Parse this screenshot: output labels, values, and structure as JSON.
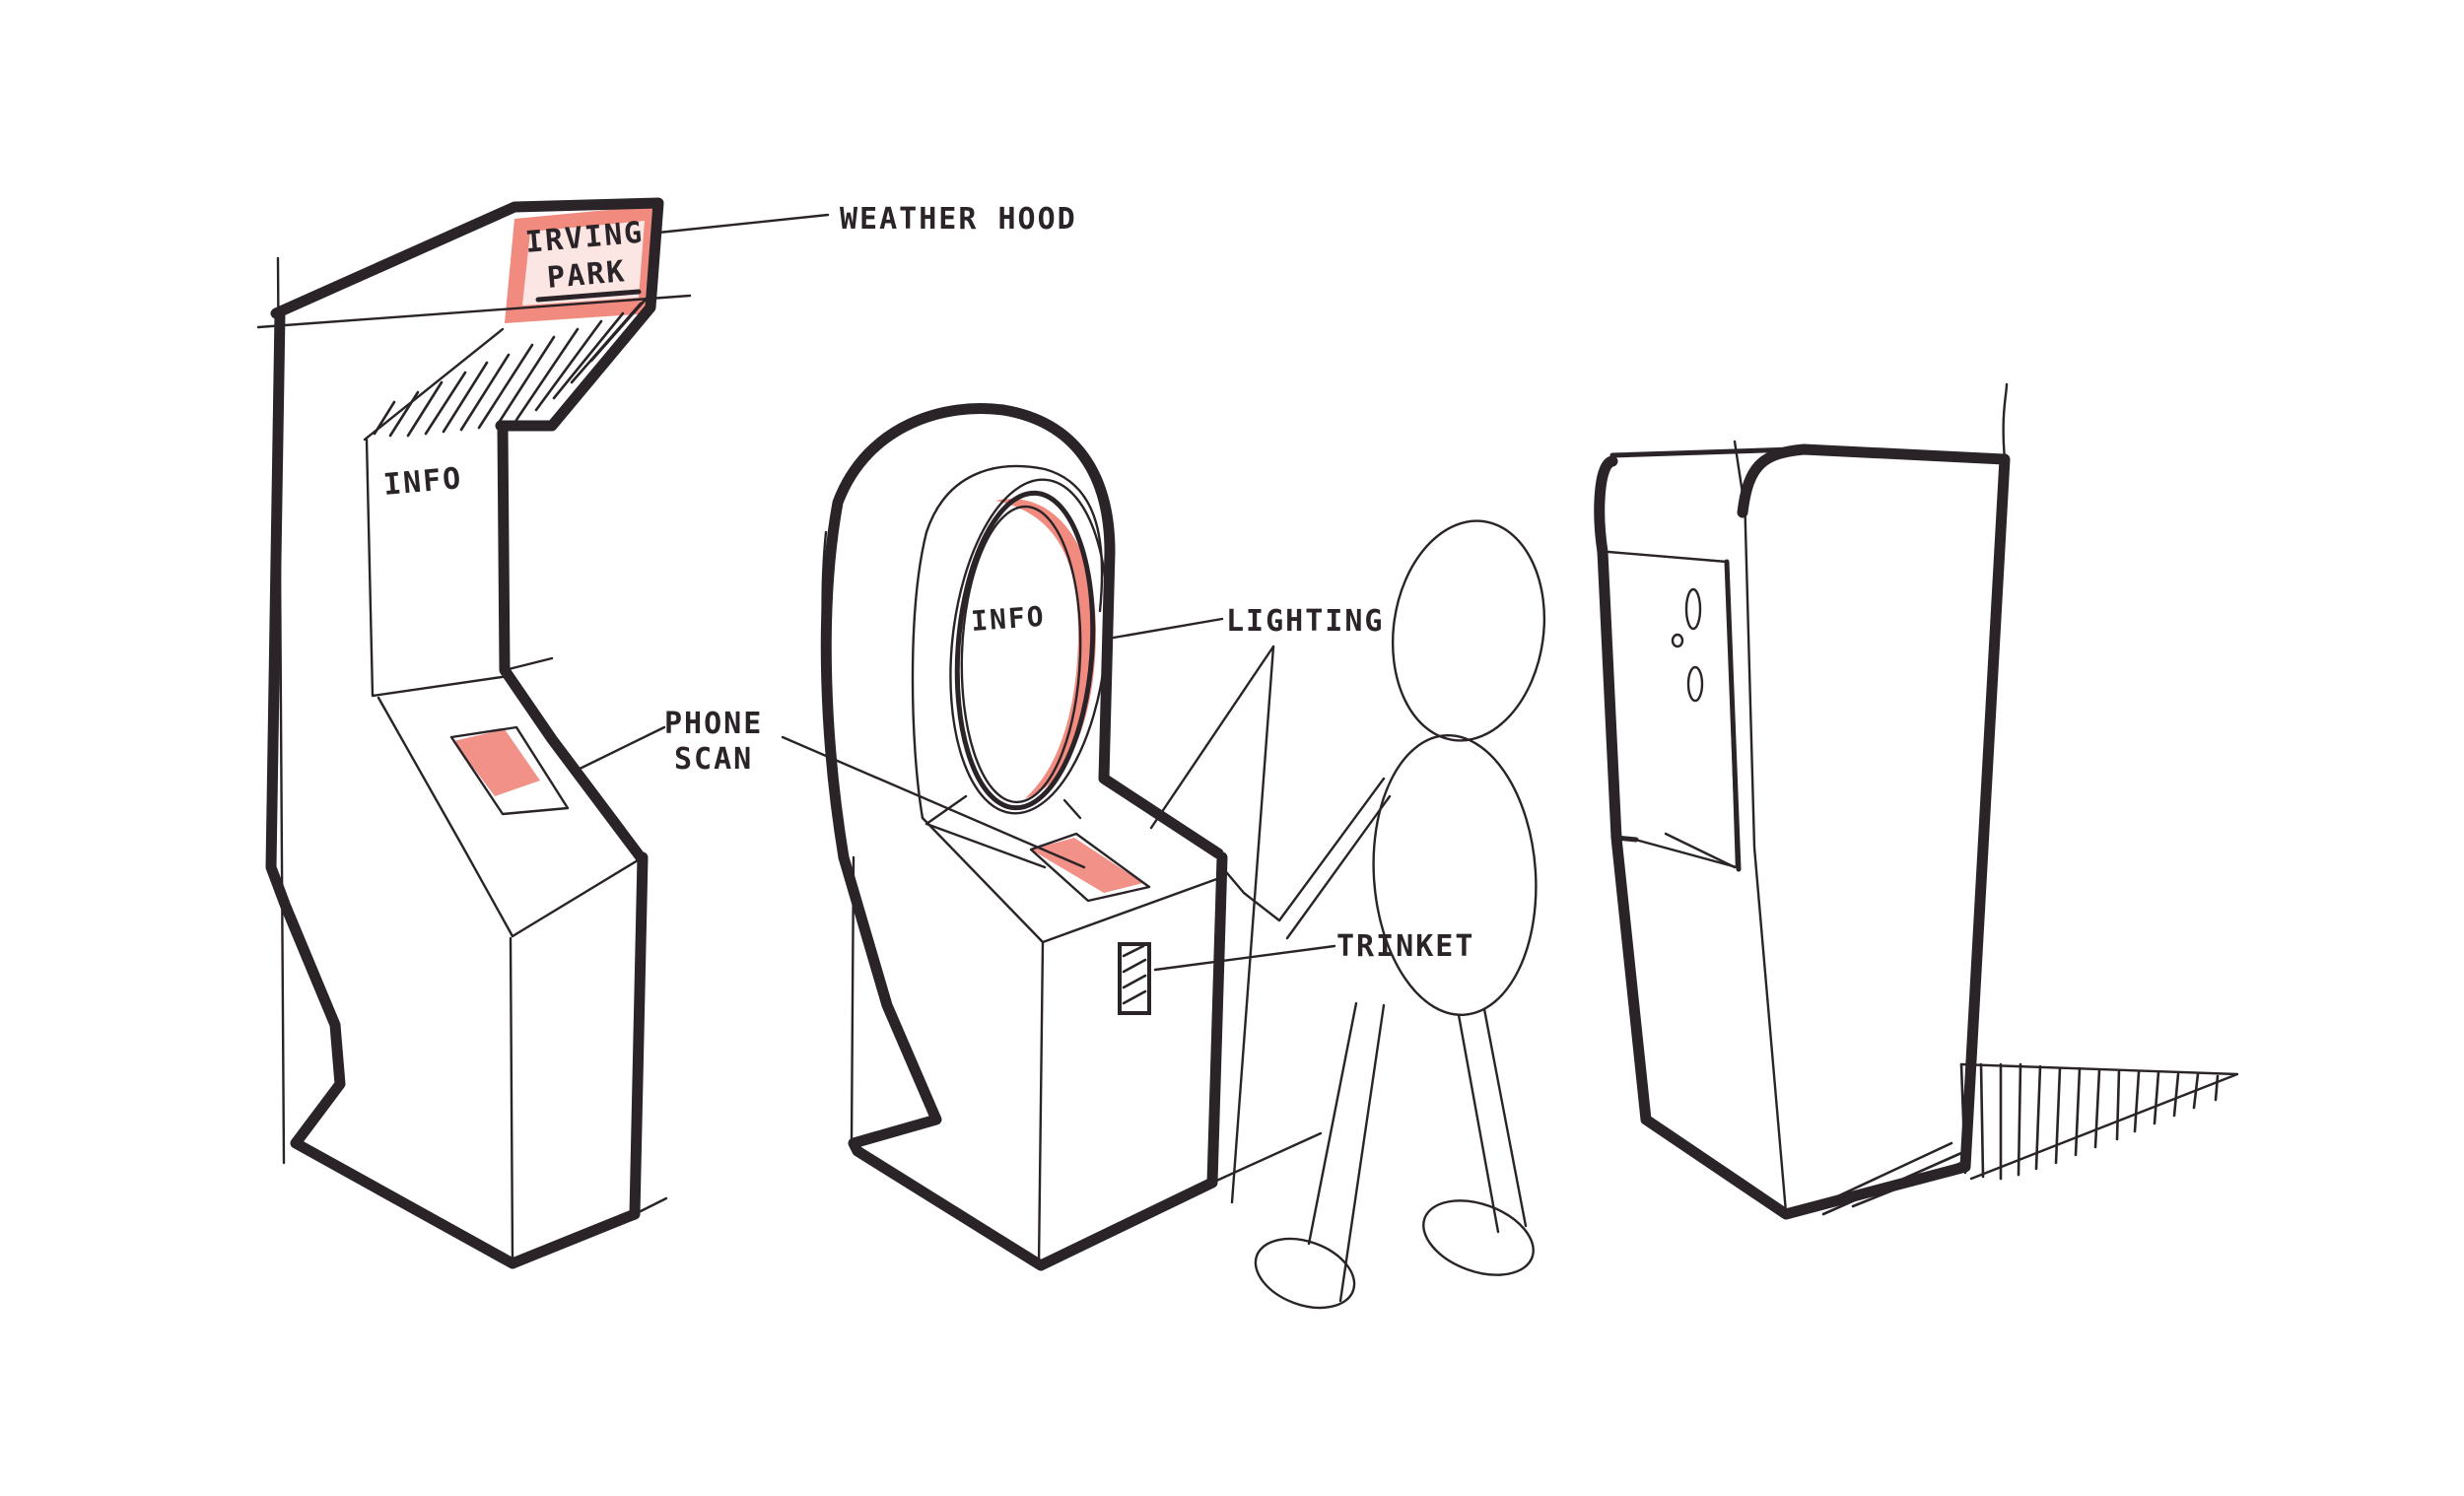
{
  "accent_color": "#ef7e72",
  "ink_color": "#2a2428",
  "labels": {
    "weather_hood": "WEATHER HOOD",
    "irving": "IRVING",
    "park": "PARK",
    "info_left": "INFO",
    "info_center": "INFO",
    "phone": "PHONE",
    "scan": "SCAN",
    "lighting": "LIGHTING",
    "trinket": "TRINKET"
  }
}
